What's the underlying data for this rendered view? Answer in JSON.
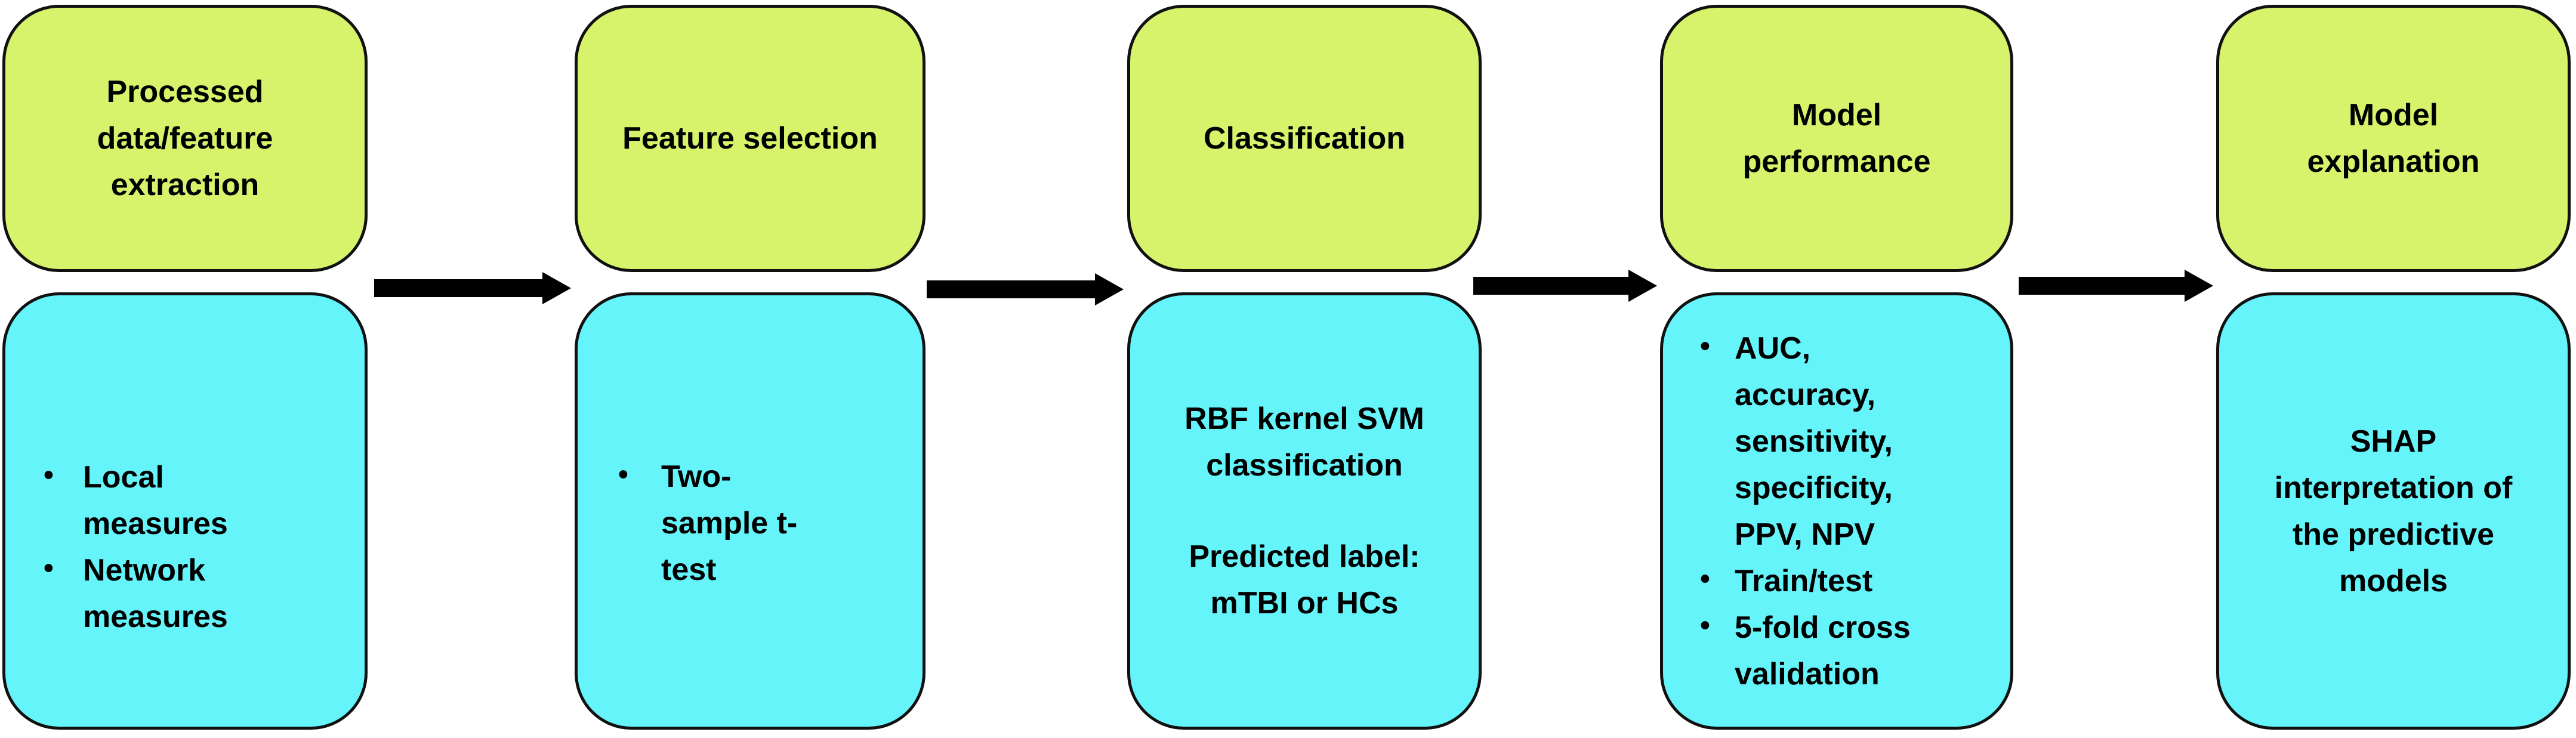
{
  "stages": [
    {
      "title": "Processed data/feature extraction",
      "bullets": [
        "Local measures",
        "Network measures"
      ]
    },
    {
      "title": "Feature selection",
      "bullets": [
        "Two-sample t-test"
      ]
    },
    {
      "title": "Classification",
      "text_line1": "RBF kernel SVM classification",
      "text_line2": "Predicted label: mTBI or HCs"
    },
    {
      "title": "Model performance",
      "bullets": [
        "AUC, accuracy, sensitivity, specificity, PPV, NPV",
        "Train/test",
        "5-fold cross validation"
      ]
    },
    {
      "title": "Model explanation",
      "text_line1": "SHAP interpretation of the predictive models"
    }
  ],
  "colors": {
    "header_fill": "#d6f36b",
    "body_fill": "#66f4fb",
    "arrow": "#000000",
    "border": "#111111"
  }
}
